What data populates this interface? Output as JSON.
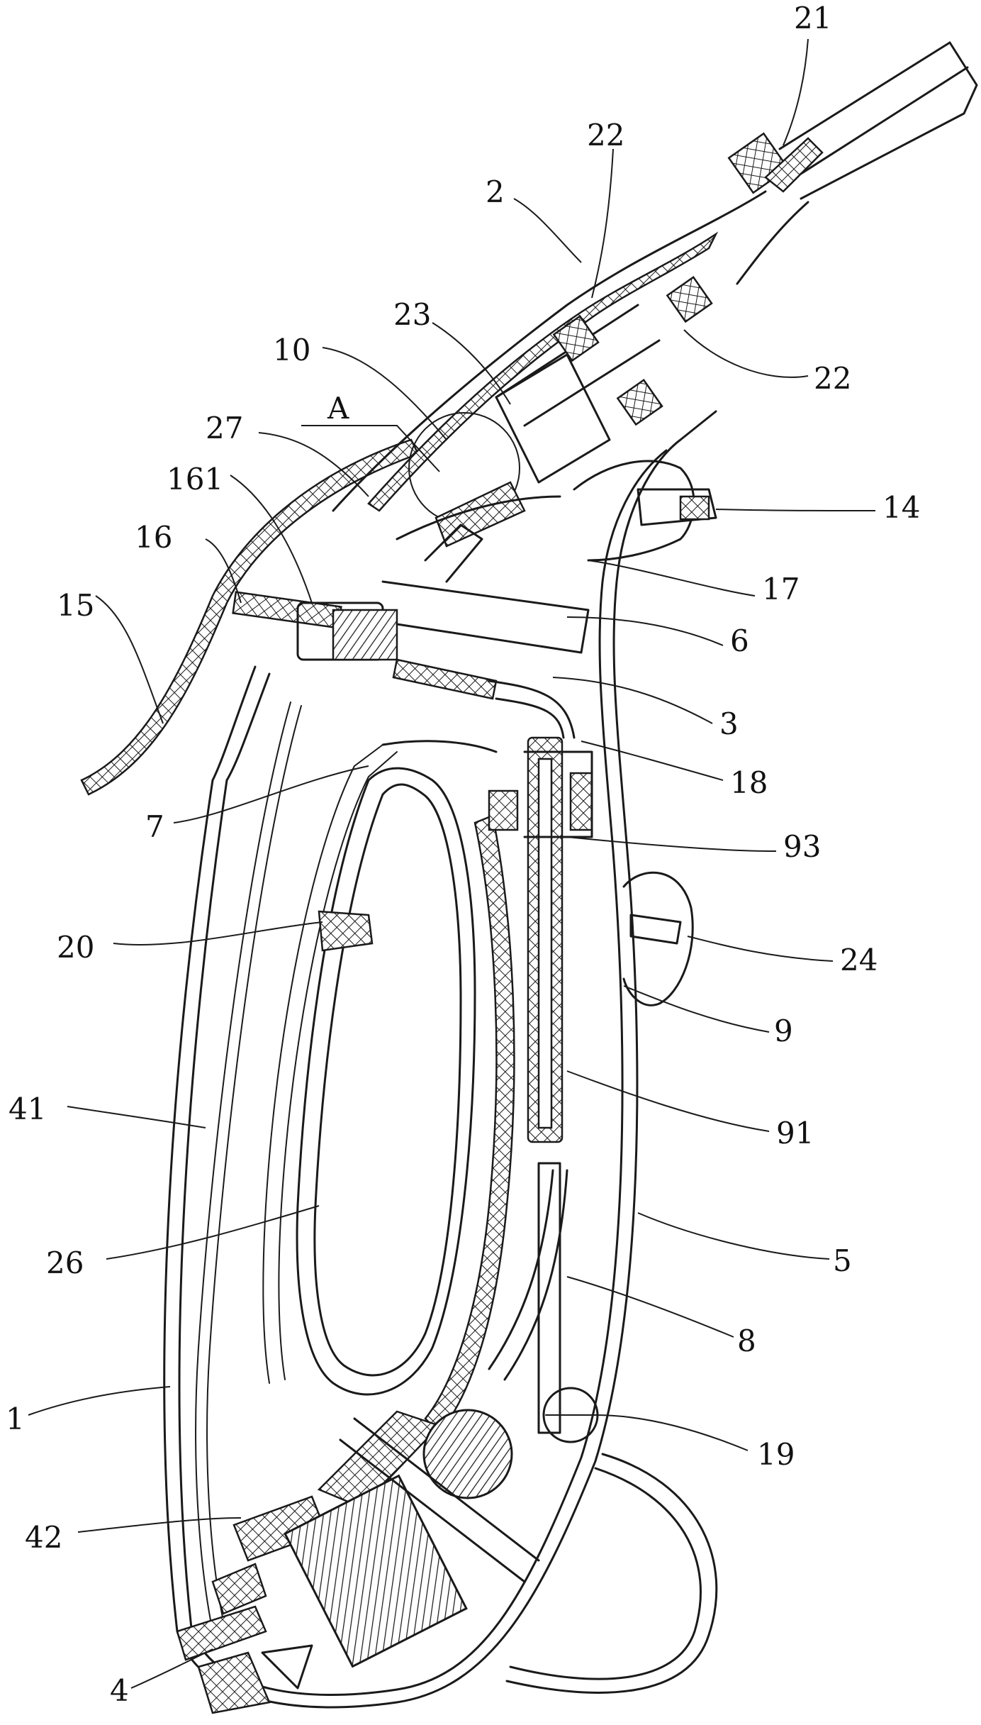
{
  "labels": [
    {
      "id": "21",
      "text": "21"
    },
    {
      "id": "22a",
      "text": "22"
    },
    {
      "id": "2",
      "text": "2"
    },
    {
      "id": "22b",
      "text": "22"
    },
    {
      "id": "23",
      "text": "23"
    },
    {
      "id": "10",
      "text": "10"
    },
    {
      "id": "A",
      "text": "A"
    },
    {
      "id": "27",
      "text": "27"
    },
    {
      "id": "161",
      "text": "161"
    },
    {
      "id": "14",
      "text": "14"
    },
    {
      "id": "16",
      "text": "16"
    },
    {
      "id": "17",
      "text": "17"
    },
    {
      "id": "15",
      "text": "15"
    },
    {
      "id": "6",
      "text": "6"
    },
    {
      "id": "3",
      "text": "3"
    },
    {
      "id": "18",
      "text": "18"
    },
    {
      "id": "7",
      "text": "7"
    },
    {
      "id": "93",
      "text": "93"
    },
    {
      "id": "20",
      "text": "20"
    },
    {
      "id": "24",
      "text": "24"
    },
    {
      "id": "9",
      "text": "9"
    },
    {
      "id": "41",
      "text": "41"
    },
    {
      "id": "91",
      "text": "91"
    },
    {
      "id": "26",
      "text": "26"
    },
    {
      "id": "5",
      "text": "5"
    },
    {
      "id": "8",
      "text": "8"
    },
    {
      "id": "1",
      "text": "1"
    },
    {
      "id": "19",
      "text": "19"
    },
    {
      "id": "42",
      "text": "42"
    },
    {
      "id": "4",
      "text": "4"
    }
  ]
}
